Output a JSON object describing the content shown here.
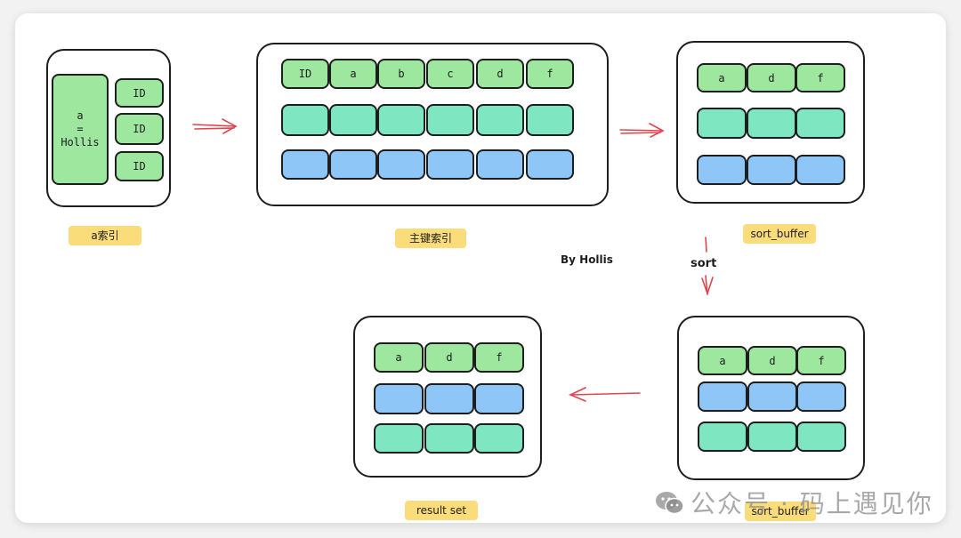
{
  "diagram": {
    "attribution": "By Hollis",
    "nodes": {
      "a_index": {
        "label": "a索引",
        "key_cell": [
          "a",
          "=",
          "Hollis"
        ],
        "id_cells": [
          "ID",
          "ID",
          "ID"
        ]
      },
      "primary_index": {
        "label": "主键索引",
        "header_cells": [
          "ID",
          "a",
          "b",
          "c",
          "d",
          "f"
        ]
      },
      "sort_buffer_1": {
        "label": "sort_buffer",
        "header_cells": [
          "a",
          "d",
          "f"
        ]
      },
      "sort_buffer_2": {
        "label": "sort_buffer",
        "header_cells": [
          "a",
          "d",
          "f"
        ]
      },
      "result_set": {
        "label": "result set",
        "header_cells": [
          "a",
          "d",
          "f"
        ]
      }
    },
    "edges": [
      {
        "from": "a_index",
        "to": "primary_index",
        "label": ""
      },
      {
        "from": "primary_index",
        "to": "sort_buffer_1",
        "label": ""
      },
      {
        "from": "sort_buffer_1",
        "to": "sort_buffer_2",
        "label": "sort"
      },
      {
        "from": "sort_buffer_2",
        "to": "result_set",
        "label": ""
      }
    ],
    "colors": {
      "header_green": "#9ee79e",
      "row_teal": "#7ee7c2",
      "row_blue": "#8ec6f8",
      "label_yellow": "#fbdc7a",
      "arrow_red": "#e0454f",
      "stroke": "#1e1e1e"
    }
  },
  "watermark": {
    "icon": "wechat-icon",
    "text": "公众号 · 码上遇见你"
  }
}
